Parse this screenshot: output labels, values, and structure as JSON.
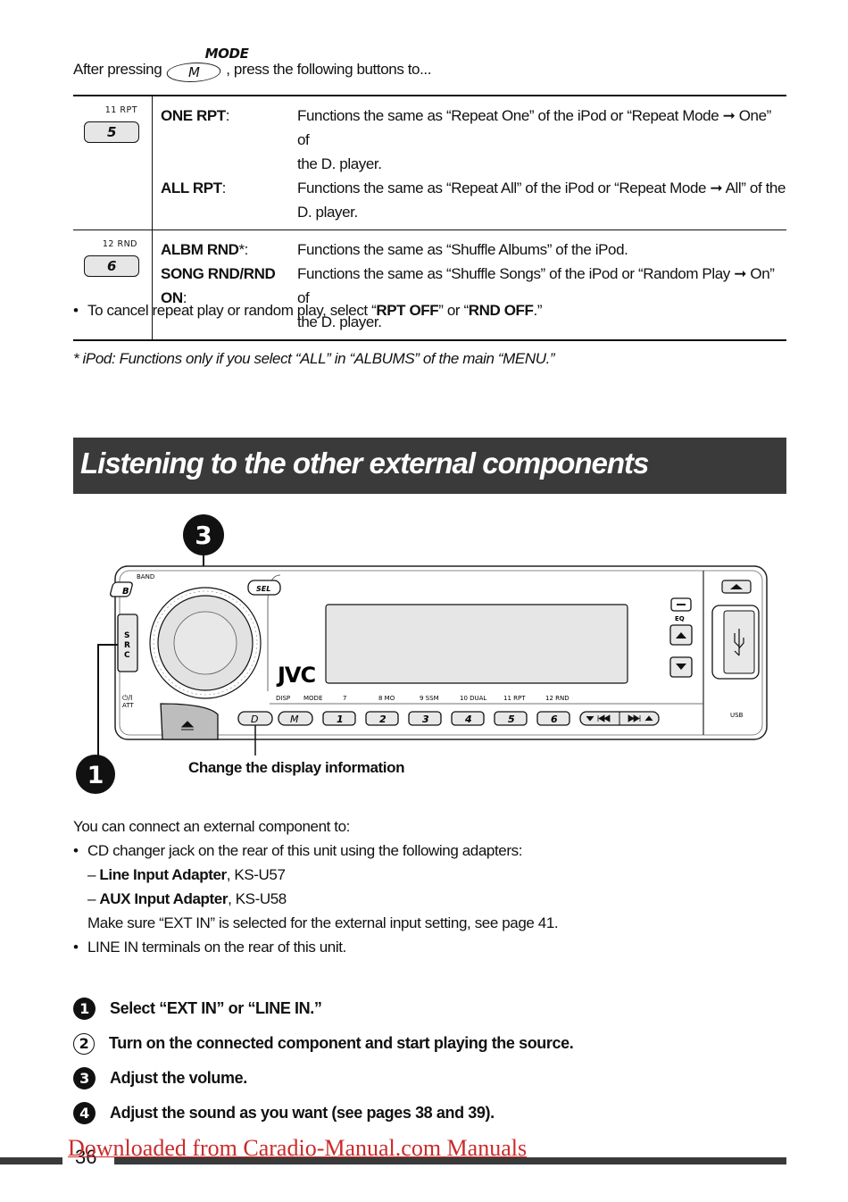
{
  "intro": {
    "before": "After pressing",
    "mode_caption": "MODE",
    "mode_key": "M",
    "after": ", press the following buttons to..."
  },
  "table": {
    "rows": [
      {
        "key_caption": "11   RPT",
        "key_label": "5",
        "lines": [
          {
            "term": "ONE RPT",
            "suffix": ":",
            "desc": "Functions the same as “Repeat One” of the iPod or “Repeat Mode ➞ One” of"
          },
          {
            "term": "",
            "suffix": "",
            "desc": "the D. player."
          },
          {
            "term": "ALL RPT",
            "suffix": ":",
            "desc": "Functions the same as “Repeat All” of the iPod or “Repeat Mode ➞ All” of the"
          },
          {
            "term": "",
            "suffix": "",
            "desc": "D. player."
          }
        ]
      },
      {
        "key_caption": "12   RND",
        "key_label": "6",
        "lines": [
          {
            "term": "ALBM RND",
            "suffix": "*:",
            "desc": "Functions the same as “Shuffle Albums” of the iPod."
          },
          {
            "term": "SONG RND/RND ON",
            "suffix": ":",
            "desc": "Functions the same as “Shuffle Songs” of the iPod or “Random Play ➞ On” of"
          },
          {
            "term": "",
            "suffix": "",
            "desc": "the D. player."
          }
        ]
      }
    ]
  },
  "cancel_note": {
    "bullet": "•",
    "pre": "To cancel repeat play or random play, select “",
    "rpt_off": "RPT OFF",
    "mid": "” or “",
    "rnd_off": "RND OFF",
    "post": ".”"
  },
  "footnote": "*  iPod: Functions only if you select “ALL” in “ALBUMS” of the main “MENU.”",
  "section_title": "Listening to the other external components",
  "diagram": {
    "callout_3": "3",
    "callout_1": "1",
    "caption": "Change the display information",
    "labels": {
      "band": "BAND",
      "band_key": "B",
      "sel": "SEL",
      "src": [
        "S",
        "R",
        "C"
      ],
      "power": "⏻/I",
      "att": "ATT",
      "brand": "JVC",
      "eq": "EQ",
      "usb": "USB",
      "row_labels": [
        "DISP",
        "MODE",
        "7",
        "8  MO",
        "9  SSM",
        "10  DUAL",
        "11  RPT",
        "12  RND"
      ],
      "buttons": [
        "D",
        "M",
        "1",
        "2",
        "3",
        "4",
        "5",
        "6"
      ]
    }
  },
  "body": {
    "intro": "You can connect an external component to:",
    "bullet_1": "CD changer jack on the rear of this unit using the following adapters:",
    "adapter_1_name": "Line Input Adapter",
    "adapter_1_model": ", KS-U57",
    "adapter_2_name": "AUX Input Adapter",
    "adapter_2_model": ", KS-U58",
    "make_sure": "Make sure “EXT IN” is selected for the external input setting, see page 41.",
    "bullet_2": "LINE IN terminals on the rear of this unit.",
    "dash": "–",
    "bullet": "•"
  },
  "steps": [
    {
      "num": "1",
      "text": "Select “EXT IN” or “LINE IN.”",
      "style": "filled"
    },
    {
      "num": "2",
      "text": "Turn on the connected component and start playing the source.",
      "style": "outline"
    },
    {
      "num": "3",
      "text": "Adjust the volume.",
      "style": "filled"
    },
    {
      "num": "4",
      "text": "Adjust the sound as you want (see pages 38 and 39).",
      "style": "filled"
    }
  ],
  "footer": {
    "page_number": "36",
    "watermark": "Downloaded from Caradio-Manual.com Manuals"
  }
}
